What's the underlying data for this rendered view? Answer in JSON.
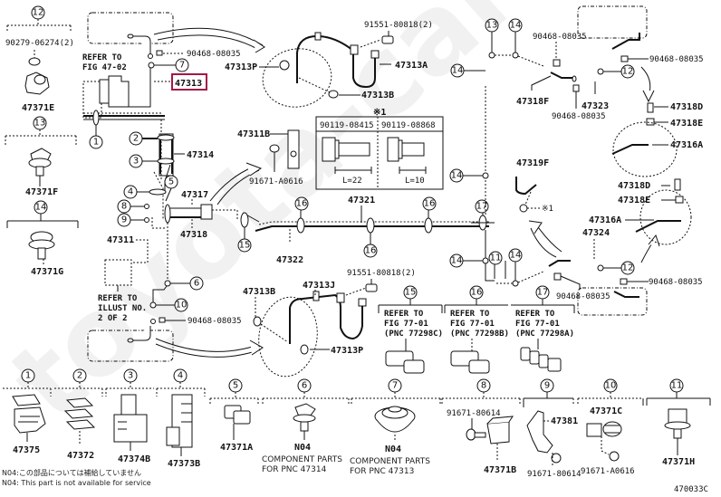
{
  "diagram": {
    "id_code": "470033C",
    "highlighted_part": "47313",
    "watermark": "toyota-carmine",
    "highlight_color": "#a3174a",
    "notes": {
      "n04_jp": "N04:この部品については補給していません",
      "n04_en": "N04: This part is not available for service"
    },
    "refer_fig_47_02": [
      "REFER TO",
      "FIG 47-02"
    ],
    "refer_illust": [
      "REFER TO",
      "ILLUST NO.",
      "2 OF 2"
    ],
    "bolt_table": {
      "marker": "※1",
      "col1": "90119-08415",
      "col2": "90119-08868",
      "len1": "L=22",
      "len2": "L=10"
    },
    "labels": {
      "p47313": "47313",
      "p47313P_top": "47313P",
      "p47313A": "47313A",
      "p47313B_top": "47313B",
      "p91551_top": "91551-80818(2)",
      "p90468_a": "90468-08035",
      "p90279": "90279-06274(2)",
      "p47371E": "47371E",
      "p47371F": "47371F",
      "p47371G": "47371G",
      "p47314": "47314",
      "p47317": "47317",
      "p47318": "47318",
      "p47311": "47311",
      "p47311B": "47311B",
      "p91671_a": "91671-A0616",
      "p47321": "47321",
      "p47322": "47322",
      "p47318F_top": "47318F",
      "p47323": "47323",
      "p90468_b": "90468-08035",
      "p90468_c": "90468-08035",
      "p90468_d": "90468-08035",
      "p47318D_top": "47318D",
      "p47318E_top": "47318E",
      "p47316A_top": "47316A",
      "p47319F": "47319F",
      "x1": "※1",
      "p47318D_bot": "47318D",
      "p47318E_bot": "47318E",
      "p47316A_bot": "47316A",
      "p47324": "47324",
      "p90468_e": "90468-08035",
      "p90468_f": "90468-08035",
      "p47313B_bot": "47313B",
      "p47313J": "47313J",
      "p91551_bot": "91551-80818(2)",
      "p47313P_bot": "47313P",
      "p90468_g": "90468-08035"
    },
    "refer_boxes": [
      {
        "num": "15",
        "lines": [
          "REFER TO",
          "FIG 77-01",
          "(PNC 77298C)"
        ]
      },
      {
        "num": "16",
        "lines": [
          "REFER TO",
          "FIG 77-01",
          "(PNC 77298B)"
        ]
      },
      {
        "num": "17",
        "lines": [
          "REFER TO",
          "FIG 77-01",
          "(PNC 77298A)"
        ]
      }
    ],
    "callouts": [
      "1",
      "2",
      "3",
      "4",
      "5",
      "6",
      "7",
      "8",
      "9",
      "10",
      "11",
      "12",
      "13",
      "14",
      "15",
      "16",
      "17"
    ],
    "bottom_groups": [
      {
        "num": "1",
        "parts": [
          "47375"
        ]
      },
      {
        "num": "2",
        "parts": [
          "47372"
        ]
      },
      {
        "num": "3",
        "parts": [
          "47374B"
        ]
      },
      {
        "num": "4",
        "parts": [
          "47373B"
        ]
      },
      {
        "num": "5",
        "parts": [
          "47371A"
        ]
      },
      {
        "num": "6",
        "parts": [
          "N04"
        ],
        "note": [
          "COMPONENT PARTS",
          "FOR PNC 47314"
        ]
      },
      {
        "num": "7",
        "parts": [
          "N04"
        ],
        "note": [
          "COMPONENT PARTS",
          "FOR PNC 47313"
        ]
      },
      {
        "num": "8",
        "parts": [
          "91671-80614",
          "47371B"
        ]
      },
      {
        "num": "9",
        "parts": [
          "47381",
          "91671-80614"
        ]
      },
      {
        "num": "10",
        "parts": [
          "47371C",
          "91671-A0616"
        ]
      },
      {
        "num": "11",
        "parts": [
          "47371H"
        ]
      }
    ]
  }
}
